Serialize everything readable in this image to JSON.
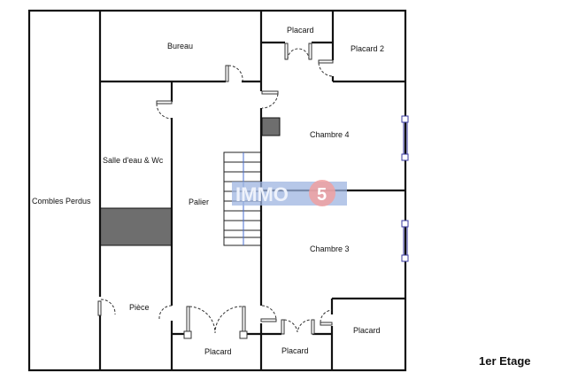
{
  "plan": {
    "title": "1er Etage",
    "rooms": [
      {
        "id": "combles",
        "label": "Combles Perdus"
      },
      {
        "id": "bureau",
        "label": "Bureau"
      },
      {
        "id": "sde",
        "label": "Salle d'eau & Wc"
      },
      {
        "id": "palier",
        "label": "Palier"
      },
      {
        "id": "piece",
        "label": "Pièce"
      },
      {
        "id": "placard-top",
        "label": "Placard"
      },
      {
        "id": "placard2",
        "label": "Placard 2"
      },
      {
        "id": "chambre4",
        "label": "Chambre 4"
      },
      {
        "id": "chambre3",
        "label": "Chambre 3"
      },
      {
        "id": "placard-bl",
        "label": "Placard"
      },
      {
        "id": "placard-bm",
        "label": "Placard"
      },
      {
        "id": "placard-br",
        "label": "Placard"
      }
    ],
    "watermark": {
      "text": "IMMO",
      "number": "5",
      "color_bar": "#9db4e0",
      "color_circle": "#f0a0a0"
    }
  }
}
